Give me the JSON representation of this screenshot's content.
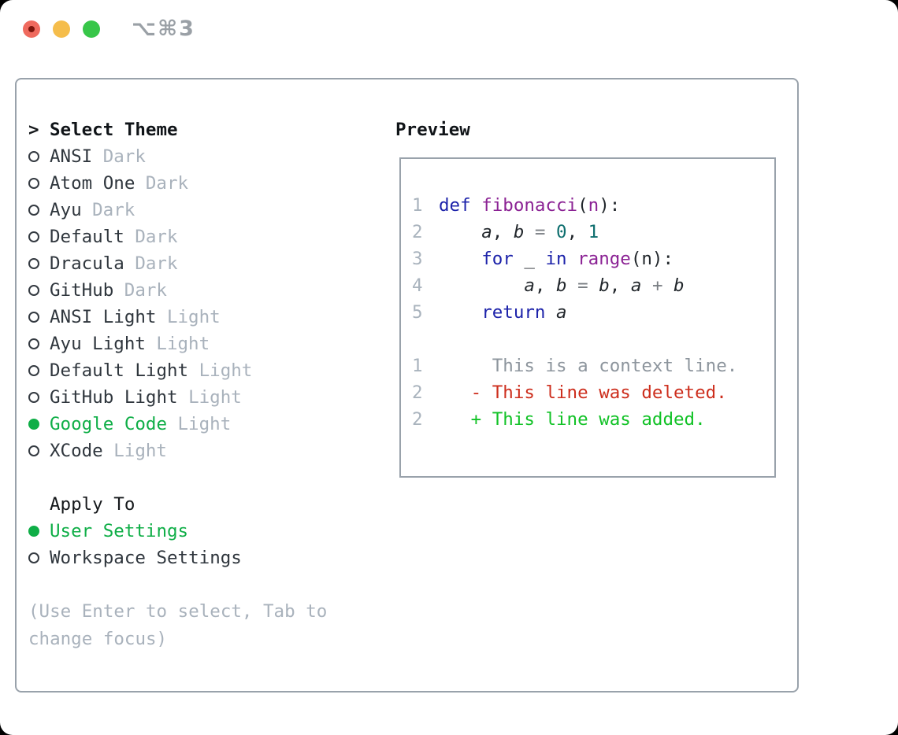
{
  "window": {
    "title": "⌥⌘3"
  },
  "theme_list": {
    "header_prefix": ">",
    "header": "Select Theme",
    "items": [
      {
        "name": "ANSI",
        "tag": "Dark",
        "selected": false
      },
      {
        "name": "Atom One",
        "tag": "Dark",
        "selected": false
      },
      {
        "name": "Ayu",
        "tag": "Dark",
        "selected": false
      },
      {
        "name": "Default",
        "tag": "Dark",
        "selected": false
      },
      {
        "name": "Dracula",
        "tag": "Dark",
        "selected": false
      },
      {
        "name": "GitHub",
        "tag": "Dark",
        "selected": false
      },
      {
        "name": "ANSI Light",
        "tag": "Light",
        "selected": false
      },
      {
        "name": "Ayu Light",
        "tag": "Light",
        "selected": false
      },
      {
        "name": "Default Light",
        "tag": "Light",
        "selected": false
      },
      {
        "name": "GitHub Light",
        "tag": "Light",
        "selected": false
      },
      {
        "name": "Google Code",
        "tag": "Light",
        "selected": true
      },
      {
        "name": "XCode",
        "tag": "Light",
        "selected": false
      }
    ]
  },
  "apply_to": {
    "header": "Apply To",
    "options": [
      {
        "name": "User Settings",
        "selected": true
      },
      {
        "name": "Workspace Settings",
        "selected": false
      }
    ]
  },
  "help_text": "(Use Enter to select, Tab to change focus)",
  "preview": {
    "header": "Preview",
    "lines": [
      {
        "num": "1",
        "tokens": [
          {
            "t": "def",
            "c": "kw"
          },
          {
            "t": " ",
            "c": "pl"
          },
          {
            "t": "fibonacci",
            "c": "fn"
          },
          {
            "t": "(",
            "c": "pl"
          },
          {
            "t": "n",
            "c": "fn"
          },
          {
            "t": "):",
            "c": "pl"
          }
        ]
      },
      {
        "num": "2",
        "tokens": [
          {
            "t": "    ",
            "c": "pl"
          },
          {
            "t": "a",
            "c": "var"
          },
          {
            "t": ", ",
            "c": "pl"
          },
          {
            "t": "b",
            "c": "var"
          },
          {
            "t": " ",
            "c": "pl"
          },
          {
            "t": "=",
            "c": "op"
          },
          {
            "t": " ",
            "c": "pl"
          },
          {
            "t": "0",
            "c": "num"
          },
          {
            "t": ", ",
            "c": "pl"
          },
          {
            "t": "1",
            "c": "num"
          }
        ]
      },
      {
        "num": "3",
        "tokens": [
          {
            "t": "    ",
            "c": "pl"
          },
          {
            "t": "for",
            "c": "kw"
          },
          {
            "t": " _ ",
            "c": "pl"
          },
          {
            "t": "in",
            "c": "kw"
          },
          {
            "t": " ",
            "c": "pl"
          },
          {
            "t": "range",
            "c": "fn"
          },
          {
            "t": "(n):",
            "c": "pl"
          }
        ]
      },
      {
        "num": "4",
        "tokens": [
          {
            "t": "        ",
            "c": "pl"
          },
          {
            "t": "a",
            "c": "var"
          },
          {
            "t": ", ",
            "c": "pl"
          },
          {
            "t": "b",
            "c": "var"
          },
          {
            "t": " ",
            "c": "pl"
          },
          {
            "t": "=",
            "c": "op"
          },
          {
            "t": " ",
            "c": "pl"
          },
          {
            "t": "b",
            "c": "var"
          },
          {
            "t": ", ",
            "c": "pl"
          },
          {
            "t": "a",
            "c": "var"
          },
          {
            "t": " ",
            "c": "pl"
          },
          {
            "t": "+",
            "c": "op"
          },
          {
            "t": " ",
            "c": "pl"
          },
          {
            "t": "b",
            "c": "var"
          }
        ]
      },
      {
        "num": "5",
        "tokens": [
          {
            "t": "    ",
            "c": "pl"
          },
          {
            "t": "return",
            "c": "kw"
          },
          {
            "t": " ",
            "c": "pl"
          },
          {
            "t": "a",
            "c": "var"
          }
        ]
      },
      {
        "num": "",
        "tokens": []
      },
      {
        "num": "1",
        "tokens": [
          {
            "t": "     This is a context line.",
            "c": "ctx"
          }
        ]
      },
      {
        "num": "2",
        "tokens": [
          {
            "t": "   - This line was deleted.",
            "c": "del"
          }
        ]
      },
      {
        "num": "2",
        "tokens": [
          {
            "t": "   + This line was added.",
            "c": "add"
          }
        ]
      }
    ]
  },
  "colors": {
    "accent_green": "#0fae47",
    "added_green": "#11c226",
    "deleted_red": "#cd2e1d",
    "context_gray": "#8d959d",
    "muted_gray": "#a9b2bc",
    "line_number_gray": "#a9b3bd",
    "keyword_blue": "#1d23aa",
    "function_purple": "#8b2294",
    "number_teal": "#0d6e6e",
    "operator_gray": "#797e83",
    "text_dark": "#22272c",
    "item_dark": "#2f363d",
    "border_gray": "#99a2ab",
    "title_gray": "#9aa0a6",
    "traffic_red": "#ef6a5e",
    "traffic_yellow": "#f5bd4b",
    "traffic_green": "#37c649"
  }
}
